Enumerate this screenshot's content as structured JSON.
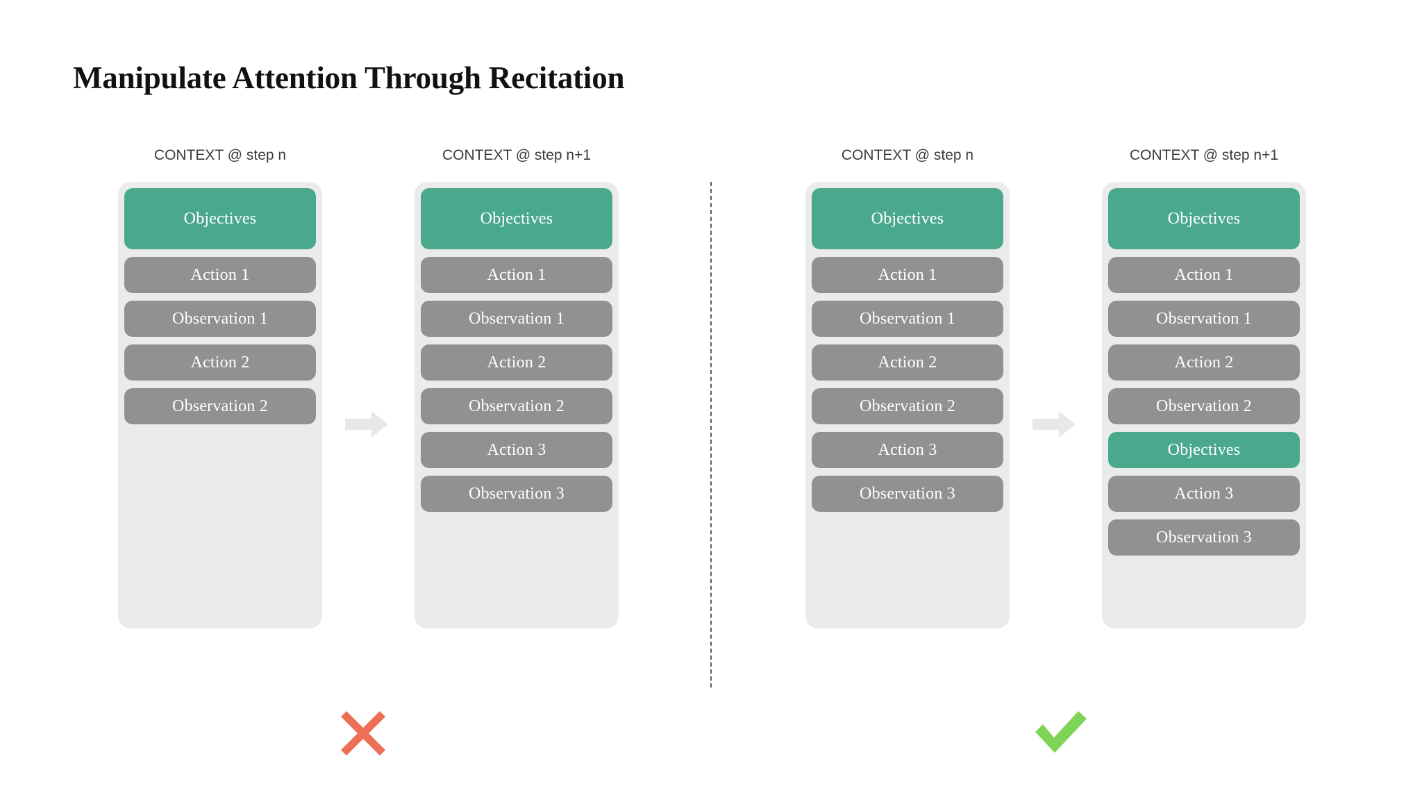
{
  "title": "Manipulate Attention Through Recitation",
  "colors": {
    "background": "#ffffff",
    "panel": "#ebebeb",
    "block_gray": "#919191",
    "block_teal": "#4aa98d",
    "arrow": "#e8e8e8",
    "cross": "#ec6f56",
    "check": "#7dd455",
    "divider": "#5a5a5a",
    "title_text": "#111111",
    "label_text": "#3c3c3c",
    "block_text": "#ffffff"
  },
  "divider": {
    "style": "dashed-vertical",
    "name": "comparison-divider"
  },
  "panels": [
    {
      "id": "bad-before",
      "label": "CONTEXT @ step n",
      "blocks": [
        {
          "text": "Objectives",
          "variant": "teal",
          "size": "tall"
        },
        {
          "text": "Action 1",
          "variant": "gray",
          "size": "normal"
        },
        {
          "text": "Observation 1",
          "variant": "gray",
          "size": "normal"
        },
        {
          "text": "Action 2",
          "variant": "gray",
          "size": "normal"
        },
        {
          "text": "Observation 2",
          "variant": "gray",
          "size": "normal"
        }
      ]
    },
    {
      "id": "bad-after",
      "label": "CONTEXT @ step n+1",
      "blocks": [
        {
          "text": "Objectives",
          "variant": "teal",
          "size": "tall"
        },
        {
          "text": "Action 1",
          "variant": "gray",
          "size": "normal"
        },
        {
          "text": "Observation 1",
          "variant": "gray",
          "size": "normal"
        },
        {
          "text": "Action 2",
          "variant": "gray",
          "size": "normal"
        },
        {
          "text": "Observation 2",
          "variant": "gray",
          "size": "normal"
        },
        {
          "text": "Action 3",
          "variant": "gray",
          "size": "normal"
        },
        {
          "text": "Observation 3",
          "variant": "gray",
          "size": "normal"
        }
      ]
    },
    {
      "id": "good-before",
      "label": "CONTEXT @ step n",
      "blocks": [
        {
          "text": "Objectives",
          "variant": "teal",
          "size": "tall"
        },
        {
          "text": "Action 1",
          "variant": "gray",
          "size": "normal"
        },
        {
          "text": "Observation 1",
          "variant": "gray",
          "size": "normal"
        },
        {
          "text": "Action 2",
          "variant": "gray",
          "size": "normal"
        },
        {
          "text": "Observation 2",
          "variant": "gray",
          "size": "normal"
        },
        {
          "text": "Action 3",
          "variant": "gray",
          "size": "normal"
        },
        {
          "text": "Observation 3",
          "variant": "gray",
          "size": "normal"
        }
      ]
    },
    {
      "id": "good-after",
      "label": "CONTEXT @ step n+1",
      "blocks": [
        {
          "text": "Objectives",
          "variant": "teal",
          "size": "tall"
        },
        {
          "text": "Action 1",
          "variant": "gray",
          "size": "normal"
        },
        {
          "text": "Observation 1",
          "variant": "gray",
          "size": "normal"
        },
        {
          "text": "Action 2",
          "variant": "gray",
          "size": "normal"
        },
        {
          "text": "Observation 2",
          "variant": "gray",
          "size": "normal"
        },
        {
          "text": "Objectives",
          "variant": "teal",
          "size": "normal"
        },
        {
          "text": "Action 3",
          "variant": "gray",
          "size": "normal"
        },
        {
          "text": "Observation 3",
          "variant": "gray",
          "size": "normal"
        }
      ]
    }
  ],
  "arrows": [
    {
      "id": "arrow-left",
      "icon": "right-arrow-icon"
    },
    {
      "id": "arrow-right",
      "icon": "right-arrow-icon"
    }
  ],
  "marks": [
    {
      "id": "cross-mark",
      "icon": "cross-icon",
      "meaning": "incorrect"
    },
    {
      "id": "check-mark",
      "icon": "check-icon",
      "meaning": "correct"
    }
  ]
}
